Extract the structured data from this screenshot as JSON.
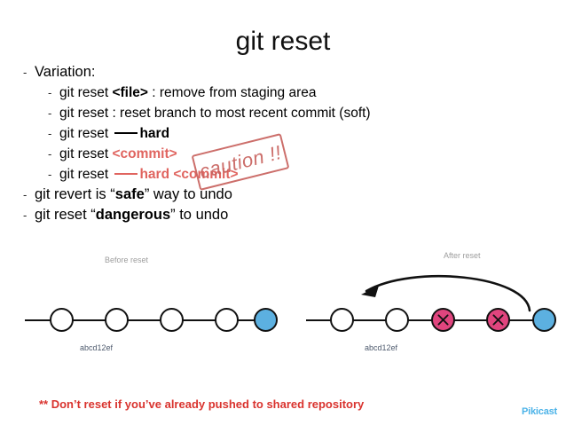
{
  "slide": {
    "title": "git reset",
    "bullets": [
      {
        "level": 1,
        "marker": "-",
        "parts": [
          {
            "t": "Variation:",
            "s": "plain"
          }
        ]
      },
      {
        "level": 2,
        "marker": "-",
        "parts": [
          {
            "t": "git reset ",
            "s": "plain"
          },
          {
            "t": "<file>",
            "s": "bold"
          },
          {
            "t": " : remove from staging area",
            "s": "plain"
          }
        ]
      },
      {
        "level": 2,
        "marker": "-",
        "parts": [
          {
            "t": "git reset : reset branch to most recent commit (soft)",
            "s": "plain"
          }
        ]
      },
      {
        "level": 2,
        "marker": "-",
        "parts": [
          {
            "t": "git reset ",
            "s": "plain"
          },
          {
            "t": "——",
            "s": "rule"
          },
          {
            "t": "hard",
            "s": "bold"
          }
        ]
      },
      {
        "level": 2,
        "marker": "-",
        "parts": [
          {
            "t": "git reset ",
            "s": "plain"
          },
          {
            "t": "<commit>",
            "s": "red-bold"
          }
        ]
      },
      {
        "level": 2,
        "marker": "-",
        "parts": [
          {
            "t": "git reset ",
            "s": "plain"
          },
          {
            "t": "——",
            "s": "red-rule"
          },
          {
            "t": "hard <commit>",
            "s": "red-bold"
          }
        ]
      },
      {
        "level": 1,
        "marker": "-",
        "parts": [
          {
            "t": "git revert is “",
            "s": "plain"
          },
          {
            "t": "safe",
            "s": "bold"
          },
          {
            "t": "” way to undo",
            "s": "plain"
          }
        ]
      },
      {
        "level": 1,
        "marker": "-",
        "parts": [
          {
            "t": "git reset “",
            "s": "plain"
          },
          {
            "t": "dangerous",
            "s": "bold"
          },
          {
            "t": "” to undo",
            "s": "plain"
          }
        ]
      }
    ],
    "caution_stamp": {
      "text": "caution !!",
      "color": "#c8625e"
    },
    "footer_warning": "** Don’t reset if you’ve already pushed to shared repository",
    "footer_warning_color": "#d9332e"
  },
  "diagrams": [
    {
      "id": "before",
      "label": "Before reset",
      "commit_label": "abcd12ef",
      "nodes": [
        {
          "kind": "white",
          "x": 0
        },
        {
          "kind": "white",
          "x": 1
        },
        {
          "kind": "white",
          "x": 2
        },
        {
          "kind": "white",
          "x": 3
        },
        {
          "kind": "blue",
          "x": 4
        }
      ],
      "arrow": false
    },
    {
      "id": "after",
      "label": "After reset",
      "commit_label": "abcd12ef",
      "nodes": [
        {
          "kind": "white",
          "x": 0
        },
        {
          "kind": "white",
          "x": 1
        },
        {
          "kind": "pink",
          "x": 2
        },
        {
          "kind": "pink",
          "x": 3
        },
        {
          "kind": "blue",
          "x": 4
        }
      ],
      "arrow": true
    }
  ],
  "colors": {
    "node_blue": "#5cb0e0",
    "node_pink": "#e0457e",
    "node_stroke": "#111111",
    "accent_red": "#e0645f",
    "warning_red": "#d9332e",
    "label_gray": "#9d9d9d",
    "commit_label": "#4f5b6e",
    "logo_blue": "#4cb3e8"
  },
  "logo": {
    "text": "Pikicast",
    "mark": "pikicast-mark-icon"
  }
}
